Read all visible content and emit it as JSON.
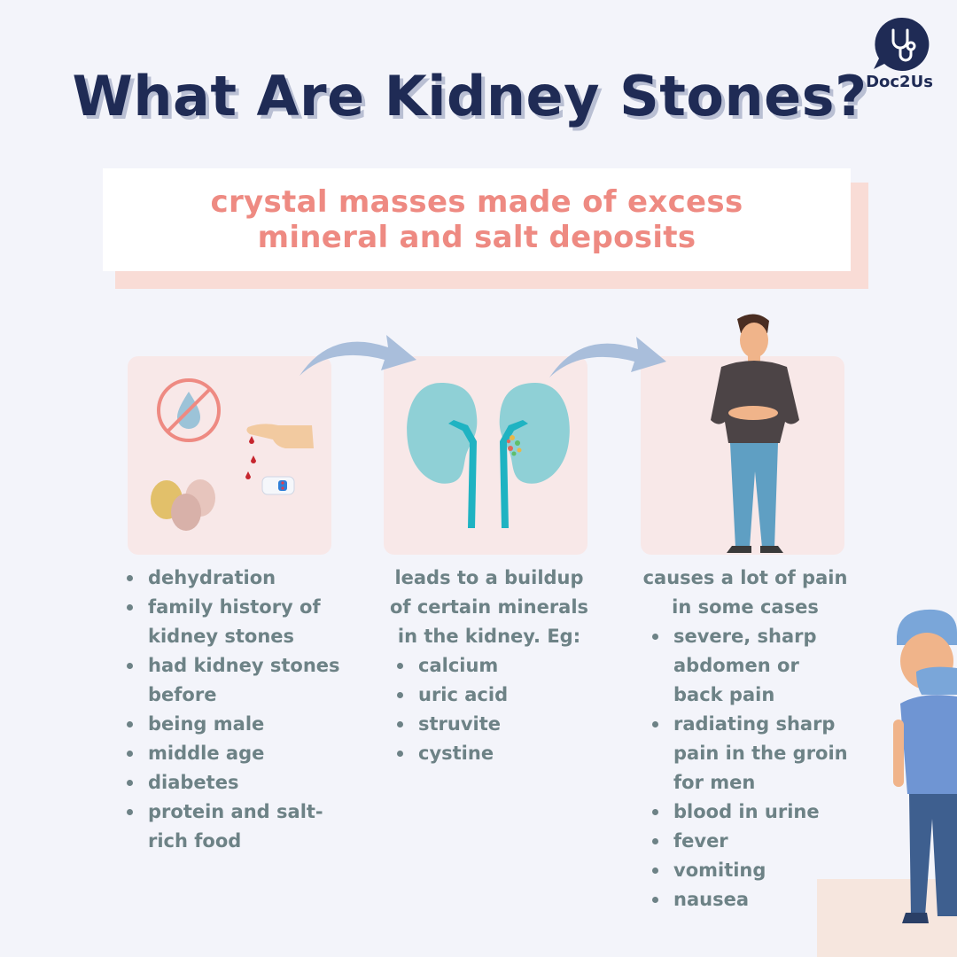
{
  "title": "What Are Kidney Stones?",
  "brand": {
    "name": "Doc2Us"
  },
  "banner": {
    "line1": "crystal masses made of excess",
    "line2": "mineral and salt deposits"
  },
  "causes": {
    "items": [
      "dehydration",
      "family history of kidney stones",
      "had kidney stones before",
      "being male",
      "middle age",
      "diabetes",
      "protein and salt-rich food"
    ]
  },
  "buildup": {
    "intro": "leads to a buildup of certain minerals in the kidney. Eg:",
    "items": [
      "calcium",
      "uric acid",
      "struvite",
      "cystine"
    ]
  },
  "symptoms": {
    "intro": "causes a lot of pain in some cases",
    "items": [
      "severe, sharp abdomen or back pain",
      "radiating sharp pain in the groin for men",
      "blood in urine",
      "fever",
      "vomiting",
      "nausea"
    ]
  },
  "colors": {
    "title": "#1f2b55",
    "banner_text": "#ee8a82",
    "body_text": "#6d8286",
    "card": "#f8e8e8",
    "arrow": "#a9bedb",
    "background": "#f3f4fa"
  }
}
